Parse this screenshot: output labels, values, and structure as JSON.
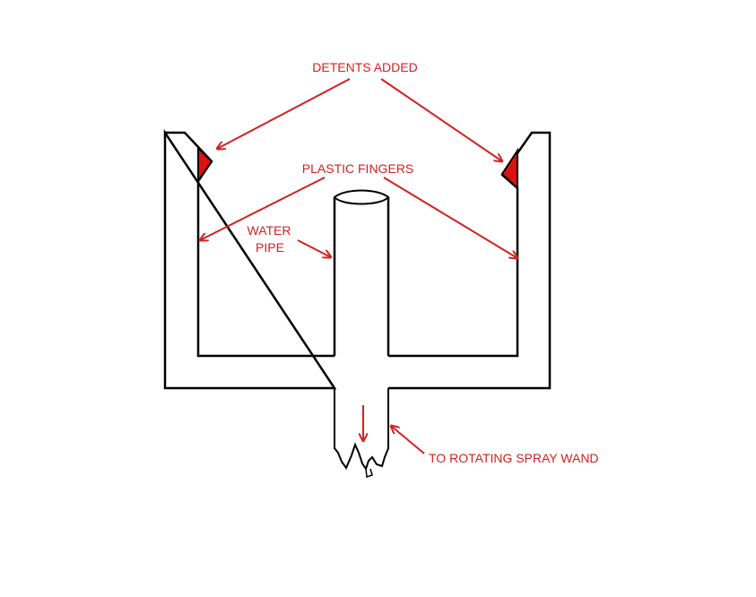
{
  "labels": {
    "detents": "DETENTS ADDED",
    "fingers": "PLASTIC FINGERS",
    "water_line1": "WATER",
    "water_line2": "PIPE",
    "spray": "TO ROTATING SPRAY WAND"
  },
  "colors": {
    "ink": "#000000",
    "annotation": "#d42020",
    "detent_fill": "#dd1111",
    "background": "#ffffff"
  }
}
